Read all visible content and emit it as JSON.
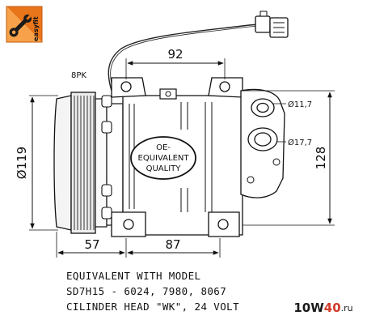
{
  "brand": {
    "badge_text": "easyfit",
    "logo_color": "#e8751a"
  },
  "belt_label": "8PK",
  "dimensions": {
    "top_width": "92",
    "pulley_diameter": "Ø119",
    "height": "128",
    "port_small": "Ø11,7",
    "port_large": "Ø17,7",
    "left_offset": "57",
    "bottom_width": "87"
  },
  "stamp": {
    "line1": "OE-",
    "line2": "EQUIVALENT",
    "line3": "QUALITY"
  },
  "caption": [
    "EQUIVALENT WITH MODEL",
    "SD7H15 - 6024, 7980, 8067",
    "CILINDER HEAD \"WK\", 24 VOLT"
  ],
  "watermark": {
    "part1": "10W",
    "part2": "40",
    "part3": ".ru",
    "colors": [
      "#1a1a1a",
      "#d23a2a"
    ]
  }
}
